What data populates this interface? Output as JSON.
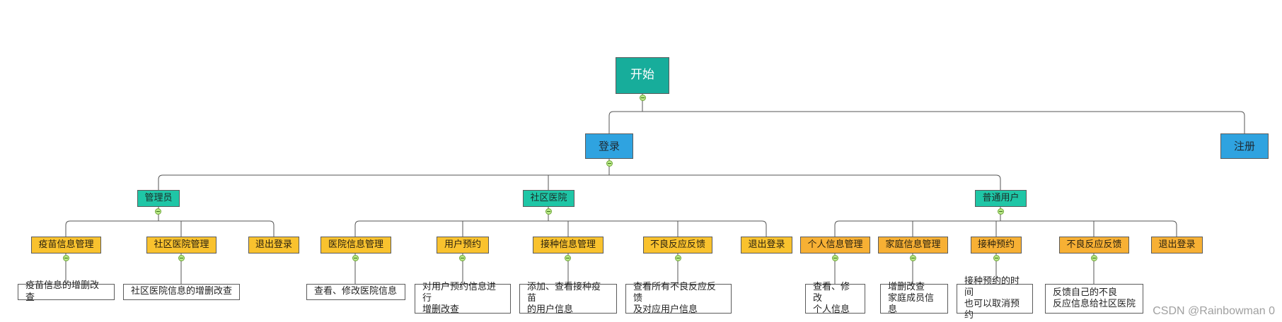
{
  "start": "开始",
  "login": "登录",
  "register": "注册",
  "roles": {
    "admin": {
      "label": "管理员",
      "modules": {
        "vaccine_mgmt": {
          "label": "疫苗信息管理",
          "leaf": "疫苗信息的增删改查"
        },
        "community_mgmt": {
          "label": "社区医院管理",
          "leaf": "社区医院信息的增删改查"
        },
        "logout": {
          "label": "退出登录"
        }
      }
    },
    "community": {
      "label": "社区医院",
      "modules": {
        "hospital_info": {
          "label": "医院信息管理",
          "leaf": "查看、修改医院信息"
        },
        "appointment": {
          "label": "用户预约",
          "leaf": "对用户预约信息进行\n增删改查"
        },
        "vaccination_info": {
          "label": "接种信息管理",
          "leaf": "添加、查看接种疫苗\n的用户信息"
        },
        "adverse_feedback": {
          "label": "不良反应反馈",
          "leaf": "查看所有不良反应反馈\n及对应用户信息"
        },
        "logout": {
          "label": "退出登录"
        }
      }
    },
    "user": {
      "label": "普通用户",
      "modules": {
        "personal_info": {
          "label": "个人信息管理",
          "leaf": "查看、修改\n个人信息"
        },
        "family_info": {
          "label": "家庭信息管理",
          "leaf": "增删改查\n家庭成员信息"
        },
        "vaccination_appt": {
          "label": "接种预约",
          "leaf": "接种预约的时间\n也可以取消预约"
        },
        "adverse_feedback": {
          "label": "不良反应反馈",
          "leaf": "反馈自己的不良\n反应信息给社区医院"
        },
        "logout": {
          "label": "退出登录"
        }
      }
    }
  },
  "watermark": "CSDN @Rainbowman 0",
  "colors": {
    "start": "#17ad9b",
    "primary": "#2fa3e0",
    "role": "#1fc6a6",
    "module_admin_community": "#f9c22e",
    "module_user": "#f7b034",
    "leaf": "#ffffff",
    "collapse_toggle": "#b8e986",
    "connector": "#555555"
  }
}
